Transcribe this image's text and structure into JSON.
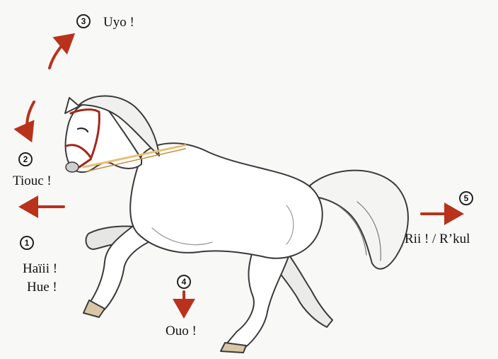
{
  "commands": {
    "c1": {
      "number": "1",
      "line1": "Haïii !",
      "line2": "Hue !"
    },
    "c2": {
      "number": "2",
      "text": "Tiouc !"
    },
    "c3": {
      "number": "3",
      "text": "Uyo !"
    },
    "c4": {
      "number": "4",
      "text": "Ouo !"
    },
    "c5": {
      "number": "5",
      "text": "Rii ! / R’kul"
    }
  },
  "colors": {
    "arrow": "#b8321c",
    "bridle": "#a4261a",
    "horse_outline": "#3a3a3a",
    "horse_shade": "#d9d9d9",
    "paper": "#f8f8f6"
  },
  "icons": {
    "arrow_up": "arrow-up-right-icon",
    "arrow_down_curve": "arrow-down-curve-icon",
    "arrow_left": "arrow-left-icon",
    "arrow_down": "arrow-down-icon",
    "arrow_right": "arrow-right-icon",
    "subject": "horse-illustration"
  }
}
